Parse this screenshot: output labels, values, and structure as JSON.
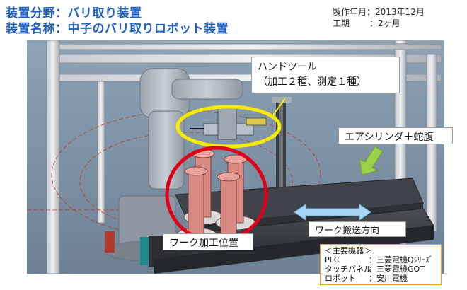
{
  "title": {
    "line1": "装置分野：バリ取り装置",
    "line2": "装置名称：中子のバリ取りロボット装置"
  },
  "meta": {
    "year_label": "製作年月：",
    "year_value": "2013年12月",
    "period_label": "工期",
    "period_value": "：2ヶ月"
  },
  "callouts": {
    "hand_tool_line1": "ハンドツール",
    "hand_tool_line2": "（加工２種、測定１種）",
    "air_cylinder": "エアシリンダ＋蛇腹",
    "conveyance": "ワーク搬送方向",
    "work_position": "ワーク加工位置"
  },
  "equipment": {
    "header": "＜主要機器＞",
    "rows": [
      {
        "label": "PLC",
        "value": "：三菱電機Qｼﾘｰｽﾞ"
      },
      {
        "label": "タッチパネル",
        "value": "：三菱電機GOT"
      },
      {
        "label": "ロボット",
        "value": "：安川電機"
      }
    ]
  },
  "colors": {
    "title": "#1f5fbf",
    "ellipse_hand": "#f5ea00",
    "ellipse_work": "#e0001a",
    "arrow_air": "#9bd04a",
    "arrow_conveyance": "#a9d6f5",
    "equipment_border": "#f0a030"
  }
}
